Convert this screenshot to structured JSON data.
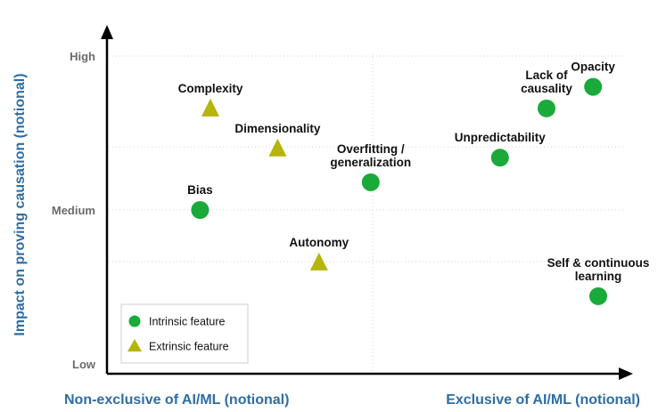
{
  "chart_data": {
    "type": "scatter",
    "xlabel": "",
    "ylabel": "Impact on proving causation (notional)",
    "x_categories": [
      "Non-exclusive of AI/ML (notional)",
      "Exclusive of AI/ML (notional)"
    ],
    "y_ticks": [
      {
        "label": "Low",
        "value": 0
      },
      {
        "label": "Medium",
        "value": 50
      },
      {
        "label": "High",
        "value": 100
      }
    ],
    "xlim": [
      0,
      100
    ],
    "ylim": [
      0,
      100
    ],
    "grid": true,
    "legend_position": "bottom-left",
    "series": [
      {
        "name": "Intrinsic feature",
        "marker": "circle",
        "color": "#1aaa3a",
        "points": [
          {
            "label": "Opacity",
            "x": 94,
            "y": 90
          },
          {
            "label": "Lack of\ncausality",
            "x": 85,
            "y": 83
          },
          {
            "label": "Unpredictability",
            "x": 76,
            "y": 67
          },
          {
            "label": "Overfitting /\ngeneralization",
            "x": 51,
            "y": 59
          },
          {
            "label": "Bias",
            "x": 18,
            "y": 50
          },
          {
            "label": "Self & continuous\nlearning",
            "x": 95,
            "y": 22
          }
        ]
      },
      {
        "name": "Extrinsic feature",
        "marker": "triangle",
        "color": "#b5b50a",
        "points": [
          {
            "label": "Complexity",
            "x": 20,
            "y": 83
          },
          {
            "label": "Dimensionality",
            "x": 33,
            "y": 70
          },
          {
            "label": "Autonomy",
            "x": 41,
            "y": 33
          }
        ]
      }
    ]
  }
}
